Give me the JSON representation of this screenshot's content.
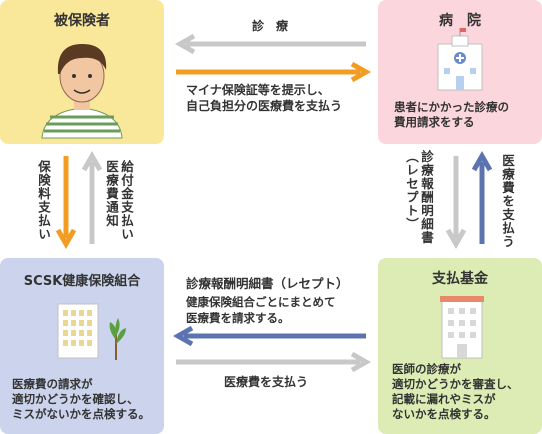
{
  "boxes": {
    "insured": {
      "title": "被保険者"
    },
    "hospital": {
      "title": "病　院",
      "desc": "患者にかかった診療の\n費用請求をする"
    },
    "union": {
      "title": "SCSK健康保険組合",
      "desc": "医療費の請求が\n適切かどうかを確認し、\nミスがないかを点検する。"
    },
    "fund": {
      "title": "支払基金",
      "desc": "医師の診療が\n適切かどうかを審査し、\n記載に漏れやミスが\nないかを点検する。"
    }
  },
  "arrows": {
    "top_left": "診　療",
    "top_right": "マイナ保険証等を提示し、\n自己負担分の医療費を支払う",
    "left_down": "保険料支払い",
    "left_up": "給付金支払い\n医療費通知",
    "right_down": "診療報酬明細書\n（レセプト）",
    "right_up": "医療費を支払う",
    "bottom_left_title": "診療報酬明細書（レセプト）",
    "bottom_left_desc": "健康保険組合ごとにまとめて\n医療費を請求する。",
    "bottom_right": "医療費を支払う"
  },
  "colors": {
    "orange": "#f39c22",
    "gray": "#c8c8c8",
    "blue": "#5b74b0",
    "insured_bg": "#fae89a",
    "hospital_bg": "#fbd6dc",
    "union_bg": "#cbd4ec",
    "fund_bg": "#dcecb4"
  }
}
